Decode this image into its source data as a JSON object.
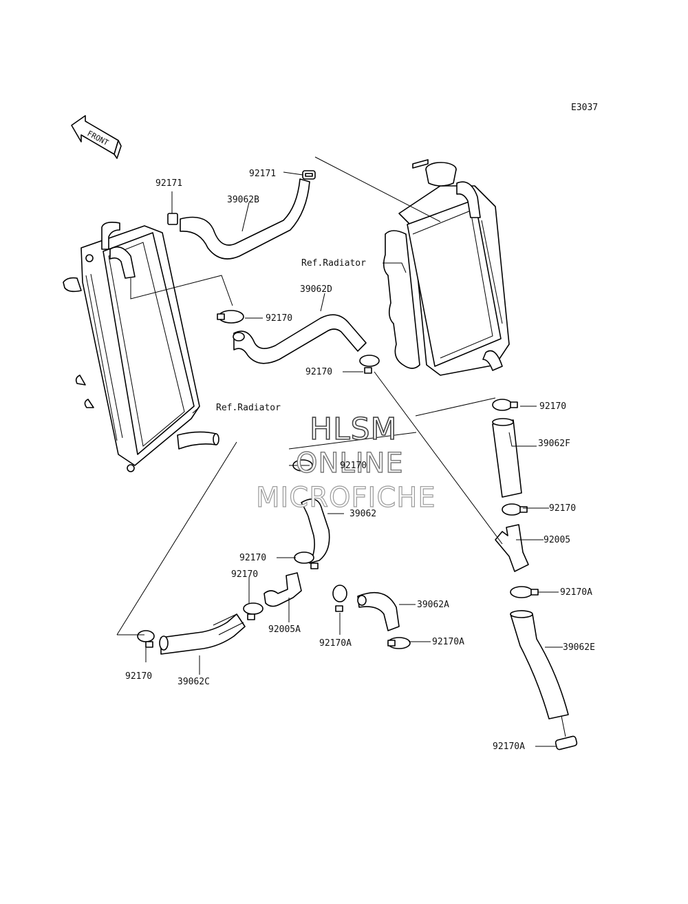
{
  "diagram_code": "E3037",
  "front_label": "FRONT",
  "watermark": {
    "line1": "HLSM",
    "line2": "ONLINE",
    "line3": "MICROFICHE"
  },
  "labels": {
    "p92171_top": "92171",
    "p92171_left": "92171",
    "p39062B": "39062B",
    "ref_radiator_right": "Ref.Radiator",
    "p39062D": "39062D",
    "p92170_a": "92170",
    "p92170_b": "92170",
    "ref_radiator_left": "Ref.Radiator",
    "p92170_c": "92170",
    "p39062F": "39062F",
    "p92170_wm": "92170",
    "p39062": "39062",
    "p92170_d": "92170",
    "p92005": "92005",
    "p92170_e": "92170",
    "p92170_f": "92170",
    "p92170A_a": "92170A",
    "p39062A": "39062A",
    "p92005A": "92005A",
    "p92170A_b": "92170A",
    "p92170A_c": "92170A",
    "p39062E": "39062E",
    "p92170_g": "92170",
    "p39062C": "39062C",
    "p92170A_d": "92170A"
  }
}
